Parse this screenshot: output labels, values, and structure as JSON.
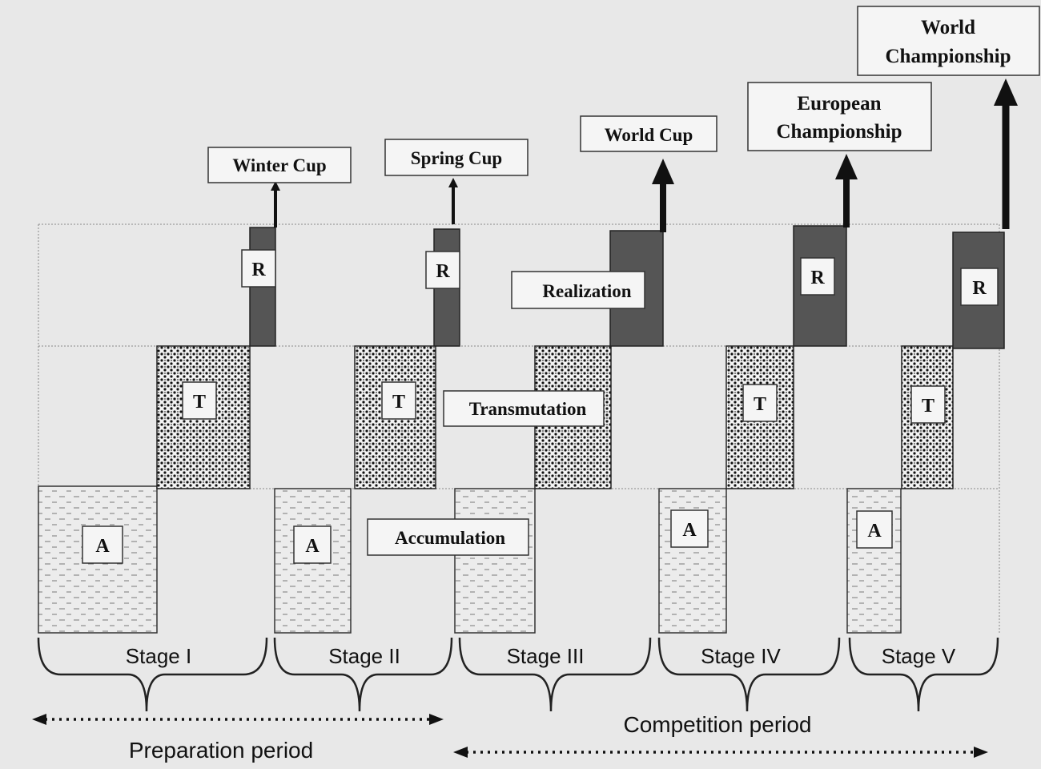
{
  "events": {
    "winter_cup": "Winter Cup",
    "spring_cup": "Spring Cup",
    "world_cup": "World Cup",
    "european_championship": [
      "European",
      "Championship"
    ],
    "world_championship": [
      "World",
      "Championship"
    ]
  },
  "block_letters": {
    "accumulation": "A",
    "transmutation": "T",
    "realization": "R"
  },
  "phase_labels": {
    "realization": "Realization",
    "transmutation": "Transmutation",
    "accumulation": "Accumulation"
  },
  "stages": [
    "Stage I",
    "Stage II",
    "Stage III",
    "Stage IV",
    "Stage V"
  ],
  "periods": {
    "preparation": "Preparation period",
    "competition": "Competition period"
  }
}
